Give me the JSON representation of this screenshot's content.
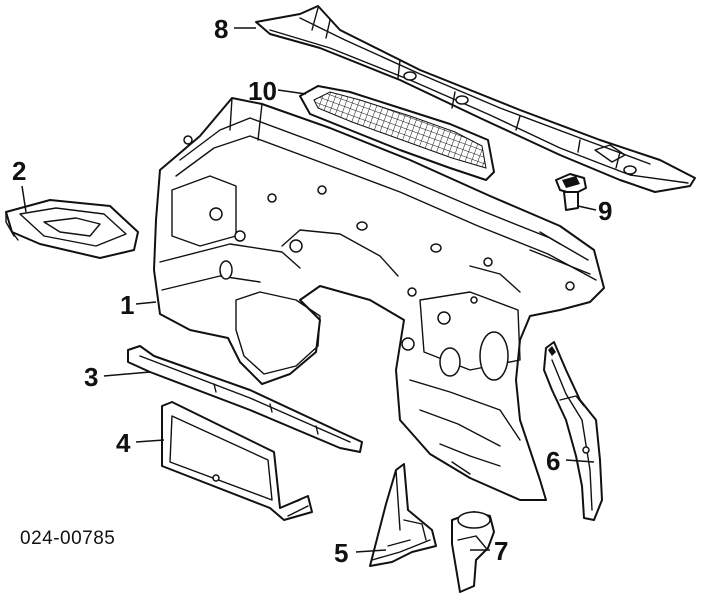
{
  "diagram": {
    "code": "024-00785",
    "callouts": [
      {
        "id": "1",
        "label": "1"
      },
      {
        "id": "2",
        "label": "2"
      },
      {
        "id": "3",
        "label": "3"
      },
      {
        "id": "4",
        "label": "4"
      },
      {
        "id": "5",
        "label": "5"
      },
      {
        "id": "6",
        "label": "6"
      },
      {
        "id": "7",
        "label": "7"
      },
      {
        "id": "8",
        "label": "8"
      },
      {
        "id": "9",
        "label": "9"
      },
      {
        "id": "10",
        "label": "10"
      }
    ]
  }
}
